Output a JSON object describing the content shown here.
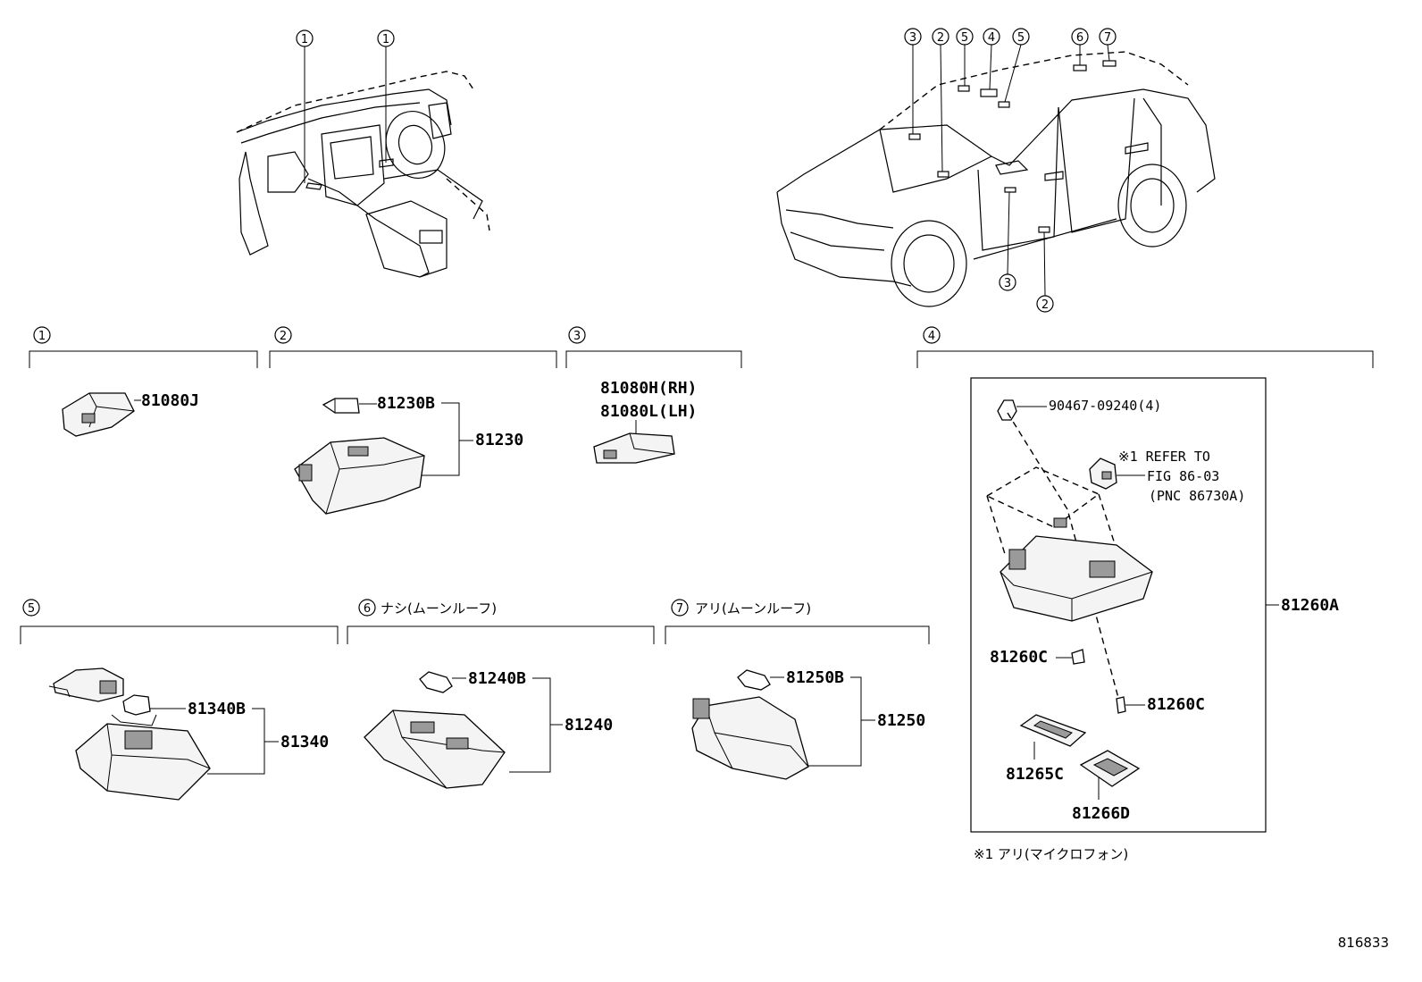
{
  "callouts": {
    "c1": "1",
    "c2": "2",
    "c3": "3",
    "c4": "4",
    "c5": "5",
    "c6": "6",
    "c7": "7"
  },
  "sections": {
    "s6_caption": "ナシ(ムーンルーフ)",
    "s7_caption": "アリ(ムーンルーフ)"
  },
  "parts": {
    "p81080J": "81080J",
    "p81230B": "81230B",
    "p81230": "81230",
    "p81080H": "81080H(RH)",
    "p81080L": "81080L(LH)",
    "p90467": "90467-09240(4)",
    "refer_line1": "※1 REFER TO",
    "refer_line2": "FIG 86-03",
    "refer_line3": "(PNC 86730A)",
    "p81260A": "81260A",
    "p81260C_a": "81260C",
    "p81260C_b": "81260C",
    "p81265C": "81265C",
    "p81266D": "81266D",
    "p81340B": "81340B",
    "p81340": "81340",
    "p81240B": "81240B",
    "p81240": "81240",
    "p81250B": "81250B",
    "p81250": "81250"
  },
  "footnote": "※1 アリ(マイクロフォン)",
  "figure_number": "816833"
}
